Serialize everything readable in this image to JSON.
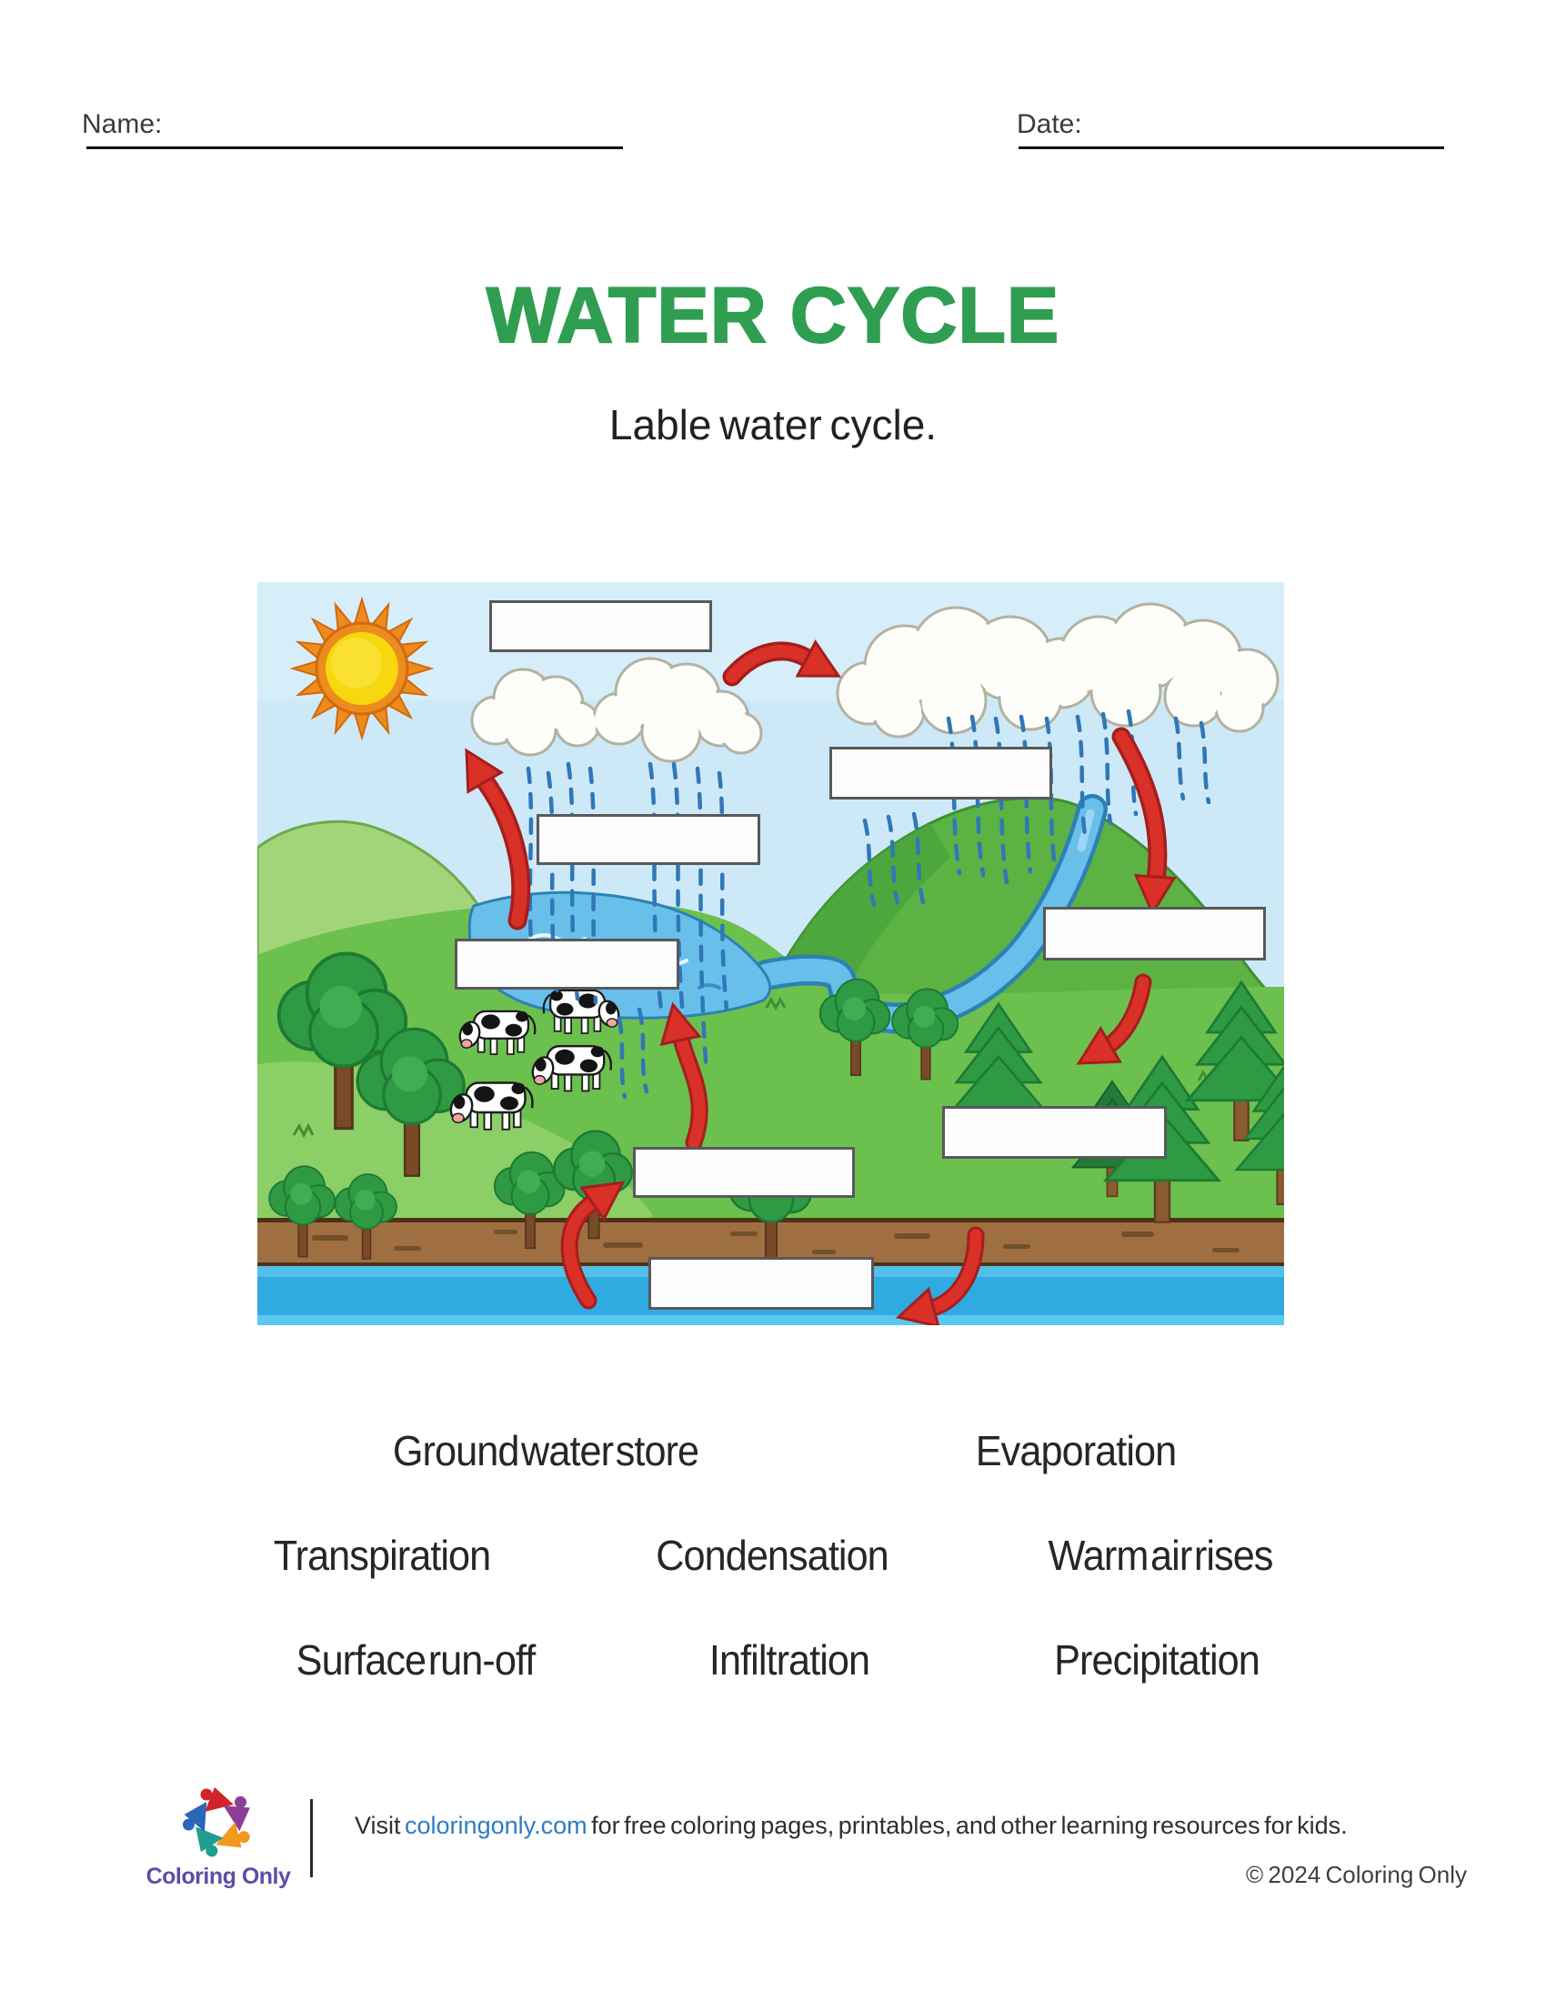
{
  "header": {
    "name_label": "Name:",
    "date_label": "Date:"
  },
  "title": {
    "text": "WATER CYCLE",
    "color": "#2f9e50"
  },
  "subtitle": "Lable water cycle.",
  "diagram": {
    "scene": "water-cycle-illustration",
    "answer_boxes": [
      {
        "id": "answer-box-1",
        "value": ""
      },
      {
        "id": "answer-box-2",
        "value": ""
      },
      {
        "id": "answer-box-3",
        "value": ""
      },
      {
        "id": "answer-box-4",
        "value": ""
      },
      {
        "id": "answer-box-5",
        "value": ""
      },
      {
        "id": "answer-box-6",
        "value": ""
      },
      {
        "id": "answer-box-7",
        "value": ""
      },
      {
        "id": "answer-box-8",
        "value": ""
      }
    ],
    "colors": {
      "sky": "#cde9f7",
      "grass": "#6cc04e",
      "mountain": "#5cb243",
      "lake": "#68c0ea",
      "soil": "#a06f41",
      "groundwater": "#2fabe1",
      "arrow_red": "#d93027",
      "rain_blue": "#3077b8",
      "sun_outer": "#ec8c1e",
      "sun_core": "#f7d70d",
      "box_border": "#58595b"
    }
  },
  "word_bank": {
    "rows": [
      [
        "Ground water store",
        "Evaporation"
      ],
      [
        "Transpiration",
        "Condensation",
        "Warm air rises"
      ],
      [
        "Surface run-off",
        "Infiltration",
        "Precipitation"
      ]
    ]
  },
  "footer": {
    "logo_text": "Coloring Only",
    "visit_prefix": "Visit ",
    "link_text": "coloringonly.com",
    "visit_suffix": " for free coloring pages, printables, and other learning resources for kids.",
    "copyright": "© 2024 Coloring Only"
  }
}
